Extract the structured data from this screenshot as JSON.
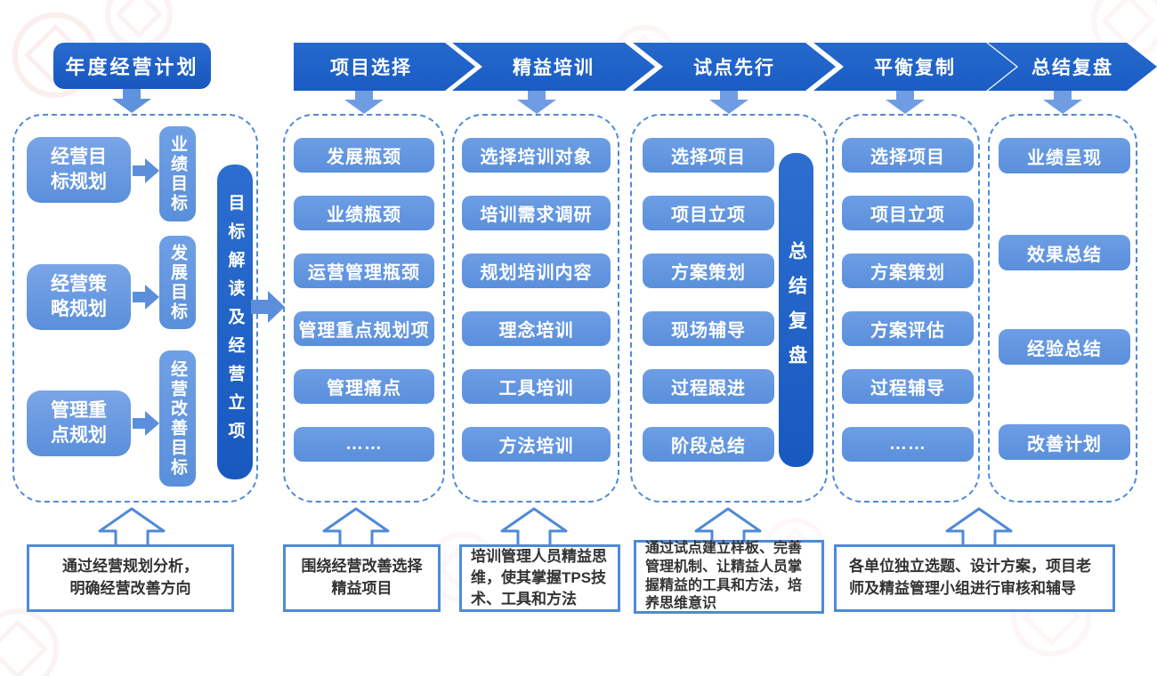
{
  "colors": {
    "primary_blue": "#1c61c7",
    "button_blue": "#6095df",
    "arrow_blue": "#6f9de4",
    "dashed_border": "#4e8ad8",
    "note_text": "#333333"
  },
  "title": {
    "label": "年度经营计划"
  },
  "stages": [
    {
      "label": "项目选择"
    },
    {
      "label": "精益培训"
    },
    {
      "label": "试点先行"
    },
    {
      "label": "平衡复制"
    },
    {
      "label": "总结复盘"
    }
  ],
  "planning": {
    "rows": [
      {
        "source": "经营目\n标规划",
        "target": "业绩目标"
      },
      {
        "source": "经营策\n略规划",
        "target": "发展目标"
      },
      {
        "source": "管理重\n点规划",
        "target": "经营改善目标"
      }
    ],
    "bar": "目标解读及经营立项"
  },
  "columns": [
    {
      "stage": "项目选择",
      "items": [
        "发展瓶颈",
        "业绩瓶颈",
        "运营管理瓶颈",
        "管理重点规划项",
        "管理痛点",
        "……"
      ]
    },
    {
      "stage": "精益培训",
      "items": [
        "选择培训对象",
        "培训需求调研",
        "规划培训内容",
        "理念培训",
        "工具培训",
        "方法培训"
      ]
    },
    {
      "stage": "试点先行",
      "items": [
        "选择项目",
        "项目立项",
        "方案策划",
        "现场辅导",
        "过程跟进",
        "阶段总结"
      ],
      "bar": "总结复盘"
    },
    {
      "stage": "平衡复制",
      "items": [
        "选择项目",
        "项目立项",
        "方案策划",
        "方案评估",
        "过程辅导",
        "……"
      ]
    },
    {
      "stage": "总结复盘",
      "items": [
        "业绩呈现",
        "效果总结",
        "经验总结",
        "改善计划"
      ]
    }
  ],
  "notes": [
    {
      "text": "通过经营规划分析，\n明确经营改善方向"
    },
    {
      "text": "围绕经营改善选择\n精益项目"
    },
    {
      "text": "培训管理人员精益思维，使其掌握TPS技术、工具和方法"
    },
    {
      "text": "通过试点建立样板、完善管理机制、让精益人员掌握精益的工具和方法，培养思维意识"
    },
    {
      "text": "各单位独立选题、设计方案，项目老师及精益管理小组进行审核和辅导"
    }
  ]
}
